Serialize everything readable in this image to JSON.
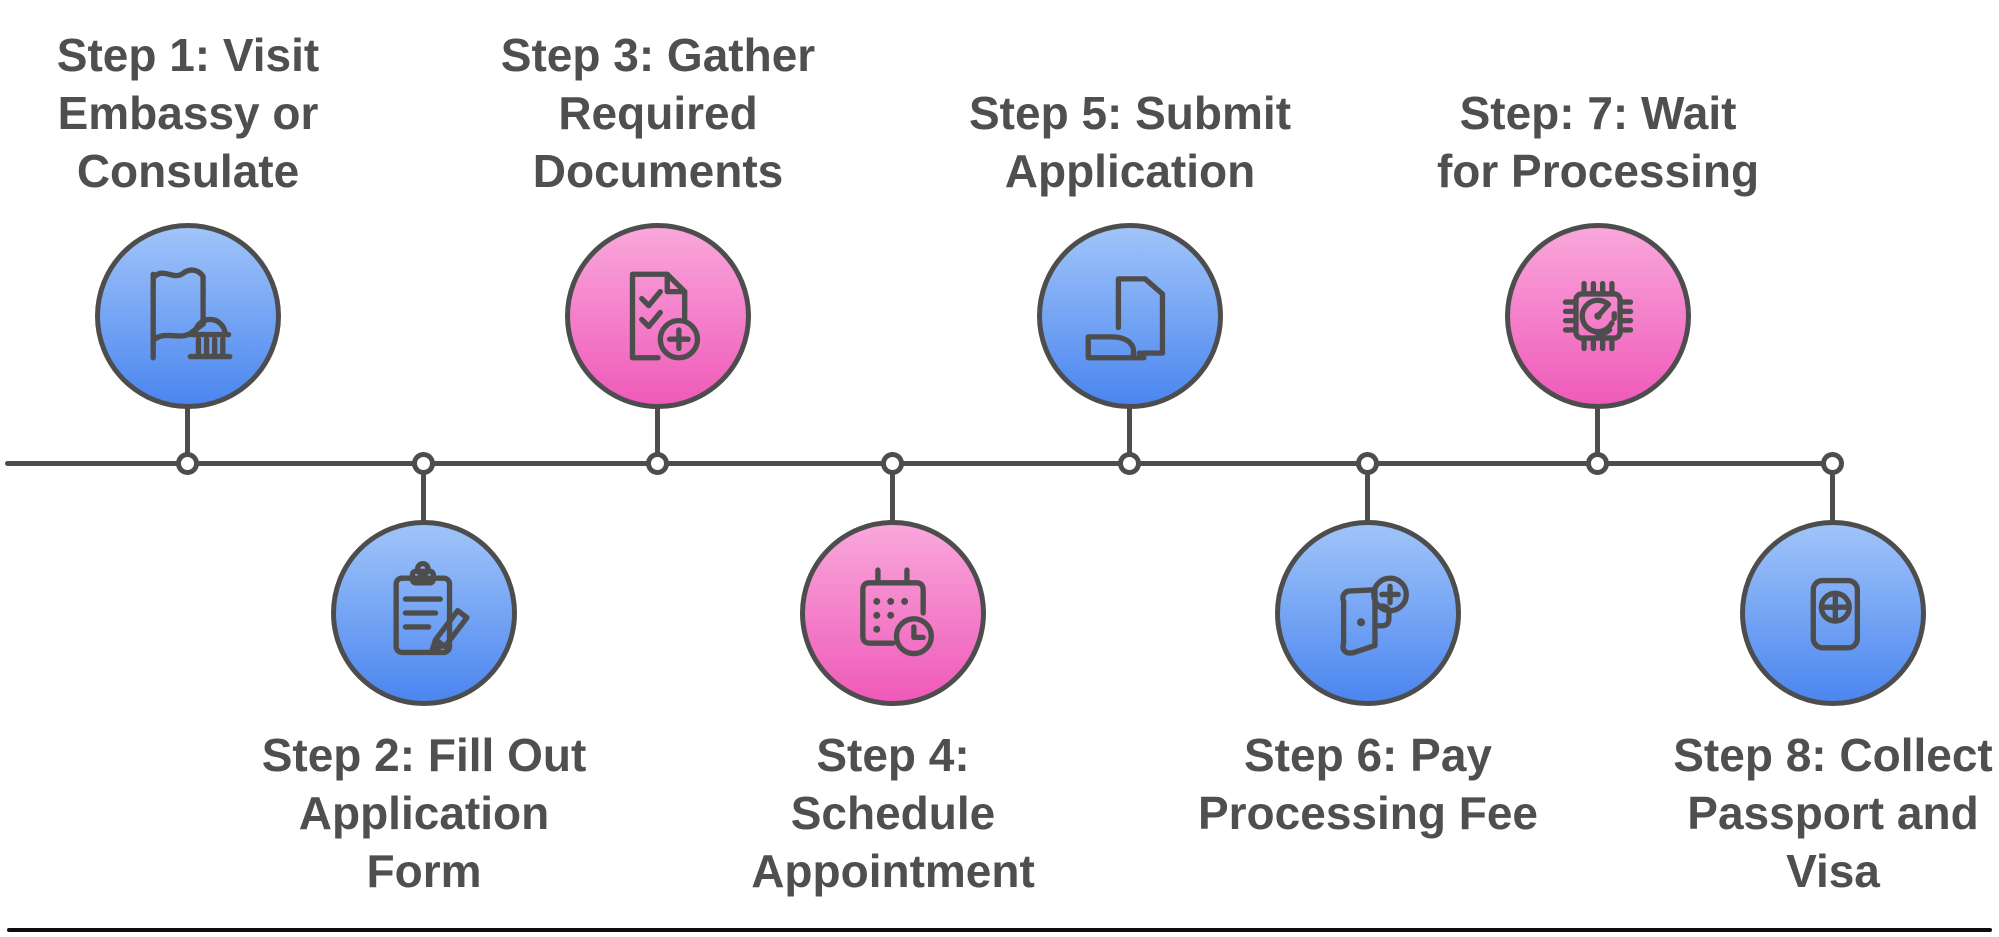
{
  "colors": {
    "blue_circle_top": "#a0c4f9",
    "blue_circle_bottom": "#4b86ef",
    "pink_circle_top": "#f9a7db",
    "pink_circle_bottom": "#ef5ab9",
    "outline_and_line": "#4d4d4d",
    "label_text": "#4f4f4f",
    "footer_rule": "#0d0d0d",
    "background": "#ffffff"
  },
  "steps": [
    {
      "id": 1,
      "label": "Step 1: Visit\nEmbassy or\nConsulate",
      "color": "blue",
      "icon": "embassy-flag-icon",
      "side": "above"
    },
    {
      "id": 2,
      "label": "Step 2: Fill Out\nApplication\nForm",
      "color": "blue",
      "icon": "clipboard-pencil-icon",
      "side": "below"
    },
    {
      "id": 3,
      "label": "Step 3: Gather\nRequired\nDocuments",
      "color": "pink",
      "icon": "document-checklist-add-icon",
      "side": "above"
    },
    {
      "id": 4,
      "label": "Step 4:\nSchedule\nAppointment",
      "color": "pink",
      "icon": "calendar-clock-icon",
      "side": "below"
    },
    {
      "id": 5,
      "label": "Step 5: Submit\nApplication",
      "color": "blue",
      "icon": "submit-document-icon",
      "side": "above"
    },
    {
      "id": 6,
      "label": "Step 6: Pay\nProcessing Fee",
      "color": "blue",
      "icon": "wallet-add-icon",
      "side": "below"
    },
    {
      "id": 7,
      "label": "Step: 7: Wait\nfor Processing",
      "color": "pink",
      "icon": "processor-chip-icon",
      "side": "above"
    },
    {
      "id": 8,
      "label": "Step 8: Collect\nPassport and\nVisa",
      "color": "blue",
      "icon": "passport-icon",
      "side": "below"
    }
  ]
}
